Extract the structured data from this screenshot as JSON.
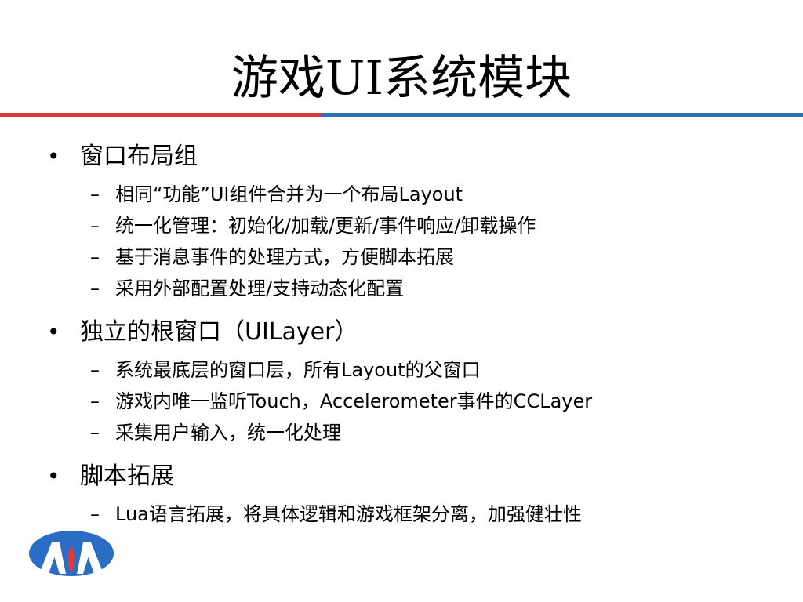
{
  "slide": {
    "title": "游戏UI系统模块",
    "bullet_symbol": "•",
    "sub_symbol": "–",
    "sections": [
      {
        "heading": "窗口布局组",
        "items": [
          "相同“功能”UI组件合并为一个布局Layout",
          "统一化管理：初始化/加载/更新/事件响应/卸载操作",
          "基于消息事件的处理方式，方便脚本拓展",
          "采用外部配置处理/支持动态化配置"
        ]
      },
      {
        "heading": "独立的根窗口（UILayer）",
        "items": [
          "系统最底层的窗口层，所有Layout的父窗口",
          "游戏内唯一监听Touch，Accelerometer事件的CCLayer",
          "采集用户输入，统一化处理"
        ]
      },
      {
        "heading": "脚本拓展",
        "items": [
          "Lua语言拓展，将具体逻辑和游戏框架分离，加强健壮性"
        ]
      }
    ]
  },
  "colors": {
    "rule_left": "#d63a3a",
    "rule_right": "#2c6fb2",
    "logo_blue": "#2b6cc4",
    "logo_red": "#e03a3a"
  },
  "logo": {
    "icon": "company-logo-icon"
  }
}
